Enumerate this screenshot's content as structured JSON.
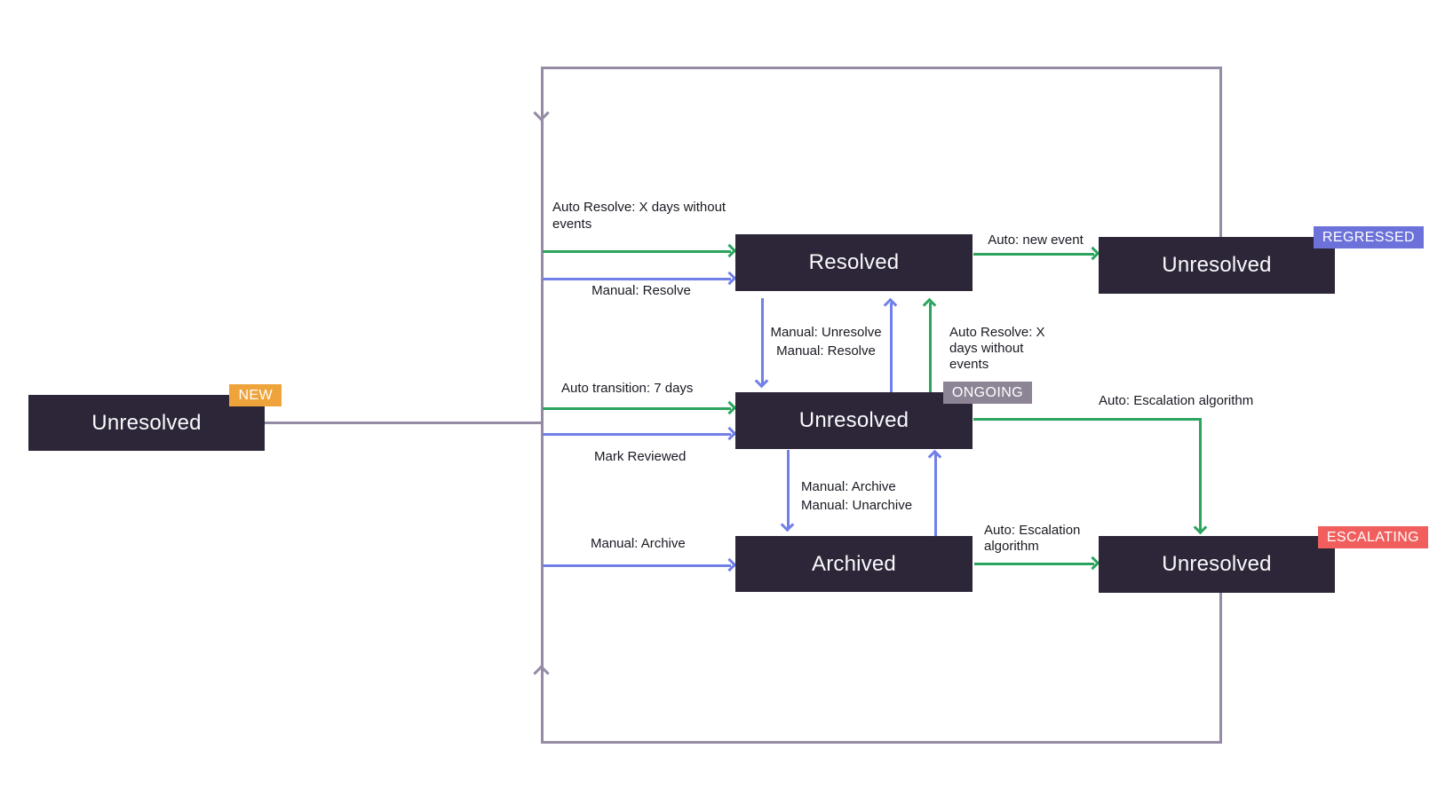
{
  "colors": {
    "box": "#2D2638",
    "box_text": "#FAF9FB",
    "label_text": "#1C1822",
    "green": "#2BA45E",
    "blue": "#7080E8",
    "loop": "#958BA5",
    "badge_new": "#EFA43B",
    "badge_ongoing": "#8D8496",
    "badge_regressed": "#6C72D9",
    "badge_escalating": "#F05F5E",
    "background": "#FFFFFF"
  },
  "nodes": {
    "new_unresolved": {
      "label": "Unresolved",
      "badge": "NEW"
    },
    "resolved": {
      "label": "Resolved"
    },
    "ongoing_unresolved": {
      "label": "Unresolved",
      "badge": "ONGOING"
    },
    "archived": {
      "label": "Archived"
    },
    "regressed_unresolved": {
      "label": "Unresolved",
      "badge": "REGRESSED"
    },
    "escalating_unresolved": {
      "label": "Unresolved",
      "badge": "ESCALATING"
    }
  },
  "edge_labels": {
    "auto_resolve_to_resolved": "Auto Resolve: X days without\nevents",
    "manual_resolve_to_resolved": "Manual: Resolve",
    "manual_unresolve_resolve": "Manual: Unresolve\nManual: Resolve",
    "auto_resolve_from_ongoing": "Auto Resolve: X\ndays without\nevents",
    "auto_new_event": "Auto: new event",
    "auto_transition": "Auto transition: 7 days",
    "mark_reviewed": "Mark Reviewed",
    "auto_escalation_from_ongoing": "Auto: Escalation algorithm",
    "manual_archive_unarchive": "Manual: Archive\nManual: Unarchive",
    "manual_archive": "Manual: Archive",
    "auto_escalation_from_archived": "Auto: Escalation\nalgorithm"
  }
}
